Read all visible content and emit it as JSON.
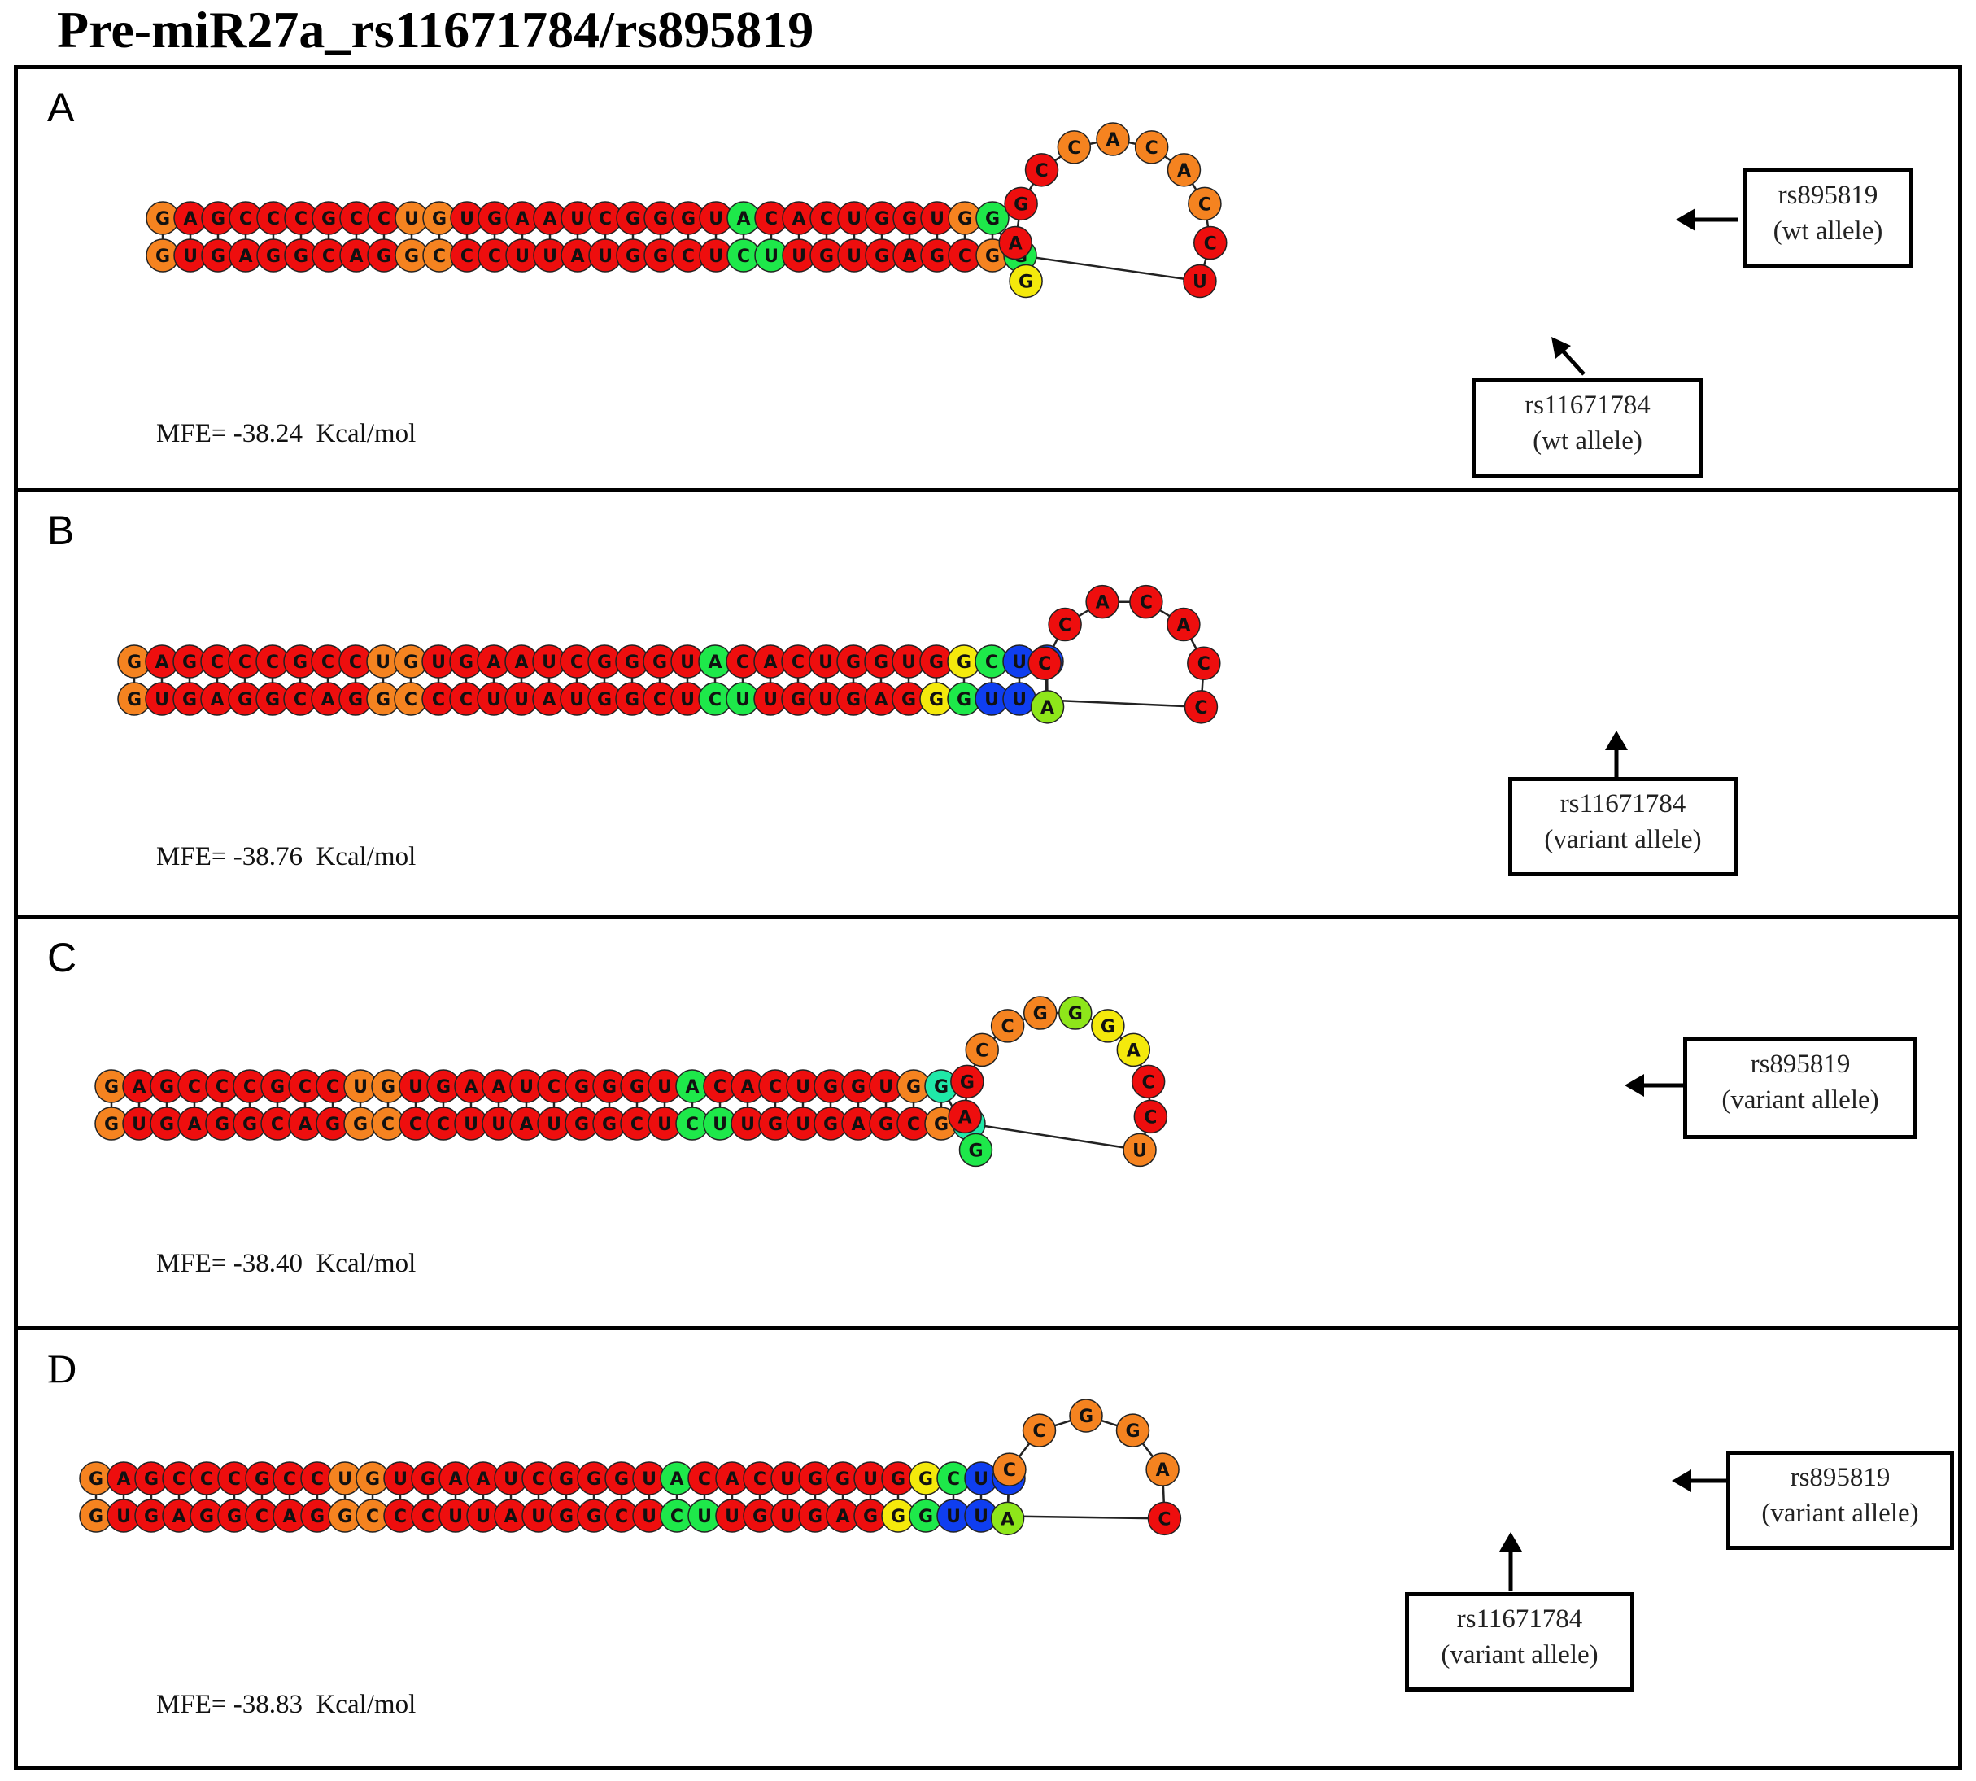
{
  "title": "Pre-miR27a_rs11671784/rs895819",
  "colors": {
    "red": "#ee0e0e",
    "orange": "#f58320",
    "yellow": "#f4e90c",
    "lime": "#8ee61a",
    "green": "#1ee84a",
    "teal": "#20e8a8",
    "blue": "#0f3ef0"
  },
  "panels": [
    {
      "label": "A",
      "mfe_label": "MFE=",
      "mfe_value": "-38.24",
      "mfe_unit": "Kcal/mol",
      "callouts": [
        {
          "line1": "rs895819",
          "line2": "(wt allele)"
        },
        {
          "line1": "rs11671784",
          "line2": "(wt allele)"
        }
      ]
    },
    {
      "label": "B",
      "mfe_label": "MFE=",
      "mfe_value": "-38.76",
      "mfe_unit": "Kcal/mol",
      "callouts": [
        {
          "line1": "rs11671784",
          "line2": "(variant allele)"
        }
      ]
    },
    {
      "label": "C",
      "mfe_label": "MFE=",
      "mfe_value": "-38.40",
      "mfe_unit": "Kcal/mol",
      "callouts": [
        {
          "line1": "rs895819",
          "line2": "(variant allele)"
        }
      ]
    },
    {
      "label": "D",
      "mfe_label": "MFE=",
      "mfe_value": "-38.83",
      "mfe_unit": "Kcal/mol",
      "callouts": [
        {
          "line1": "rs895819",
          "line2": "(variant allele)"
        },
        {
          "line1": "rs11671784",
          "line2": "(variant allele)"
        }
      ]
    }
  ],
  "structures": [
    {
      "top": [
        "G",
        "A",
        "G",
        "C",
        "C",
        "C",
        "G",
        "C",
        "C",
        "U",
        "G",
        "U",
        "G",
        "A",
        "A",
        "U",
        "C",
        "G",
        "G",
        "G",
        "U",
        "A",
        "C",
        "A",
        "C",
        "U",
        "G",
        "G",
        "U",
        "G",
        "G"
      ],
      "top_colors": [
        "o",
        "r",
        "r",
        "r",
        "r",
        "r",
        "r",
        "r",
        "r",
        "o",
        "o",
        "r",
        "r",
        "r",
        "r",
        "r",
        "r",
        "r",
        "r",
        "r",
        "r",
        "g",
        "r",
        "r",
        "r",
        "r",
        "r",
        "r",
        "r",
        "o",
        "g"
      ],
      "bottom": [
        "G",
        "U",
        "G",
        "A",
        "G",
        "G",
        "C",
        "A",
        "G",
        "G",
        "C",
        "C",
        "C",
        "U",
        "U",
        "A",
        "U",
        "G",
        "G",
        "C",
        "U",
        "C",
        "U",
        "U",
        "G",
        "U",
        "G",
        "A",
        "G",
        "C",
        "G",
        "G"
      ],
      "bottom_colors": [
        "o",
        "r",
        "r",
        "r",
        "r",
        "r",
        "r",
        "r",
        "r",
        "o",
        "o",
        "r",
        "r",
        "r",
        "r",
        "r",
        "r",
        "r",
        "r",
        "r",
        "r",
        "g",
        "g",
        "r",
        "r",
        "r",
        "r",
        "r",
        "r",
        "r",
        "o",
        "g"
      ],
      "loop": [
        "G",
        "A",
        "G",
        "C",
        "C",
        "A",
        "C",
        "A",
        "C",
        "C",
        "U"
      ],
      "loop_colors": [
        "y",
        "r",
        "r",
        "r",
        "o",
        "o",
        "o",
        "o",
        "o",
        "r",
        "r"
      ]
    },
    {
      "top": [
        "G",
        "A",
        "G",
        "C",
        "C",
        "C",
        "G",
        "C",
        "C",
        "U",
        "G",
        "U",
        "G",
        "A",
        "A",
        "U",
        "C",
        "G",
        "G",
        "G",
        "U",
        "A",
        "C",
        "A",
        "C",
        "U",
        "G",
        "G",
        "U",
        "G",
        "G",
        "C",
        "U",
        "A"
      ],
      "top_colors": [
        "o",
        "r",
        "r",
        "r",
        "r",
        "r",
        "r",
        "r",
        "r",
        "o",
        "o",
        "r",
        "r",
        "r",
        "r",
        "r",
        "r",
        "r",
        "r",
        "r",
        "r",
        "g",
        "r",
        "r",
        "r",
        "r",
        "r",
        "r",
        "r",
        "r",
        "y",
        "g",
        "b",
        "b"
      ],
      "bottom": [
        "G",
        "U",
        "G",
        "A",
        "G",
        "G",
        "C",
        "A",
        "G",
        "G",
        "C",
        "C",
        "C",
        "U",
        "U",
        "A",
        "U",
        "G",
        "G",
        "C",
        "U",
        "C",
        "U",
        "U",
        "G",
        "U",
        "G",
        "A",
        "G",
        "G",
        "G",
        "U",
        "U"
      ],
      "bottom_colors": [
        "o",
        "r",
        "r",
        "r",
        "r",
        "r",
        "r",
        "r",
        "r",
        "o",
        "o",
        "r",
        "r",
        "r",
        "r",
        "r",
        "r",
        "r",
        "r",
        "r",
        "r",
        "g",
        "g",
        "r",
        "r",
        "r",
        "r",
        "r",
        "r",
        "y",
        "g",
        "b",
        "b"
      ],
      "loop": [
        "A",
        "C",
        "C",
        "A",
        "C",
        "A",
        "C",
        "C"
      ],
      "loop_colors": [
        "l",
        "r",
        "r",
        "r",
        "r",
        "r",
        "r",
        "r"
      ]
    },
    {
      "top": [
        "G",
        "A",
        "G",
        "C",
        "C",
        "C",
        "G",
        "C",
        "C",
        "U",
        "G",
        "U",
        "G",
        "A",
        "A",
        "U",
        "C",
        "G",
        "G",
        "G",
        "U",
        "A",
        "C",
        "A",
        "C",
        "U",
        "G",
        "G",
        "U",
        "G",
        "G"
      ],
      "top_colors": [
        "o",
        "r",
        "r",
        "r",
        "r",
        "r",
        "r",
        "r",
        "r",
        "o",
        "o",
        "r",
        "r",
        "r",
        "r",
        "r",
        "r",
        "r",
        "r",
        "r",
        "r",
        "g",
        "r",
        "r",
        "r",
        "r",
        "r",
        "r",
        "r",
        "o",
        "t"
      ],
      "bottom": [
        "G",
        "U",
        "G",
        "A",
        "G",
        "G",
        "C",
        "A",
        "G",
        "G",
        "C",
        "C",
        "C",
        "U",
        "U",
        "A",
        "U",
        "G",
        "G",
        "C",
        "U",
        "C",
        "U",
        "U",
        "G",
        "U",
        "G",
        "A",
        "G",
        "C",
        "G",
        "G"
      ],
      "bottom_colors": [
        "o",
        "r",
        "r",
        "r",
        "r",
        "r",
        "r",
        "r",
        "r",
        "o",
        "o",
        "r",
        "r",
        "r",
        "r",
        "r",
        "r",
        "r",
        "r",
        "r",
        "r",
        "g",
        "g",
        "r",
        "r",
        "r",
        "r",
        "r",
        "r",
        "r",
        "o",
        "t"
      ],
      "loop": [
        "G",
        "A",
        "G",
        "C",
        "C",
        "G",
        "G",
        "G",
        "A",
        "C",
        "C",
        "U"
      ],
      "loop_colors": [
        "g",
        "r",
        "r",
        "o",
        "o",
        "o",
        "l",
        "y",
        "y",
        "r",
        "r",
        "o"
      ]
    },
    {
      "top": [
        "G",
        "A",
        "G",
        "C",
        "C",
        "C",
        "G",
        "C",
        "C",
        "U",
        "G",
        "U",
        "G",
        "A",
        "A",
        "U",
        "C",
        "G",
        "G",
        "G",
        "U",
        "A",
        "C",
        "A",
        "C",
        "U",
        "G",
        "G",
        "U",
        "G",
        "G",
        "C",
        "U",
        "A"
      ],
      "top_colors": [
        "o",
        "r",
        "r",
        "r",
        "r",
        "r",
        "r",
        "r",
        "r",
        "o",
        "o",
        "r",
        "r",
        "r",
        "r",
        "r",
        "r",
        "r",
        "r",
        "r",
        "r",
        "g",
        "r",
        "r",
        "r",
        "r",
        "r",
        "r",
        "r",
        "r",
        "y",
        "g",
        "b",
        "b"
      ],
      "bottom": [
        "G",
        "U",
        "G",
        "A",
        "G",
        "G",
        "C",
        "A",
        "G",
        "G",
        "C",
        "C",
        "C",
        "U",
        "U",
        "A",
        "U",
        "G",
        "G",
        "C",
        "U",
        "C",
        "U",
        "U",
        "G",
        "U",
        "G",
        "A",
        "G",
        "G",
        "G",
        "U",
        "U"
      ],
      "bottom_colors": [
        "o",
        "r",
        "r",
        "r",
        "r",
        "r",
        "r",
        "r",
        "r",
        "o",
        "o",
        "r",
        "r",
        "r",
        "r",
        "r",
        "r",
        "r",
        "r",
        "r",
        "r",
        "g",
        "g",
        "r",
        "r",
        "r",
        "r",
        "r",
        "r",
        "y",
        "g",
        "b",
        "b"
      ],
      "loop": [
        "A",
        "C",
        "C",
        "G",
        "G",
        "A",
        "C"
      ],
      "loop_colors": [
        "l",
        "o",
        "o",
        "o",
        "o",
        "o",
        "r"
      ]
    }
  ]
}
